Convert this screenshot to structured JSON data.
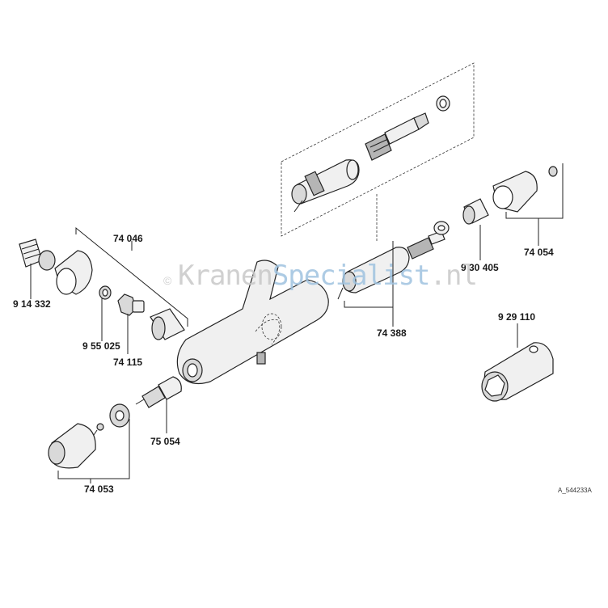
{
  "drawing_ref": "A_544233A",
  "watermark": {
    "symbol": "©",
    "part_a": "Kranen",
    "part_b": "Specialist",
    "part_c": ".nl",
    "color_a": "#c8c8c8",
    "color_b": "#9fc3e0"
  },
  "part_labels": {
    "p_9_14_332": "9 14 332",
    "p_74_046": "74 046",
    "p_9_55_025": "9 55 025",
    "p_74_115": "74 115",
    "p_75_054": "75 054",
    "p_74_053": "74 053",
    "p_74_388": "74 388",
    "p_9_30_405": "9 30 405",
    "p_74_054": "74 054",
    "p_9_29_110": "9 29 110"
  }
}
